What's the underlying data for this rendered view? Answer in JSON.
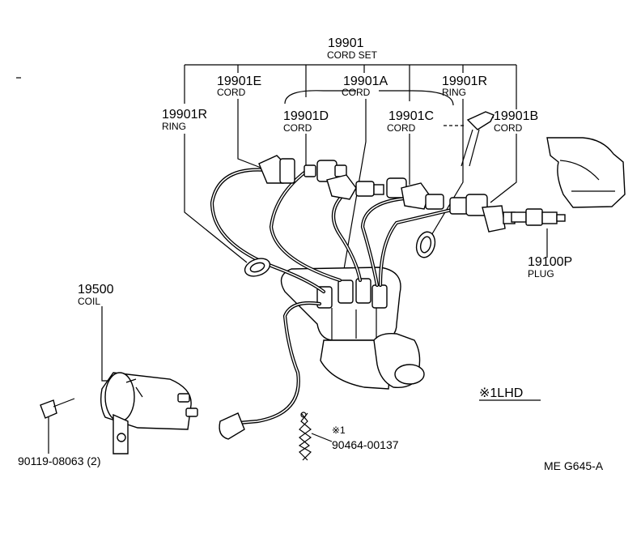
{
  "callouts": {
    "cord_set_number": "19901",
    "cord_set_name": "CORD SET",
    "cord_e_number": "19901E",
    "cord_e_name": "CORD",
    "cord_a_number": "19901A",
    "cord_a_name": "CORD",
    "ring_right_number": "19901R",
    "ring_right_name": "RING",
    "ring_left_number": "19901R",
    "ring_left_name": "RING",
    "cord_d_number": "19901D",
    "cord_d_name": "CORD",
    "cord_c_number": "19901C",
    "cord_c_name": "CORD",
    "cord_b_number": "19901B",
    "cord_b_name": "CORD",
    "plug_number": "19100P",
    "plug_name": "PLUG",
    "coil_number": "19500",
    "coil_name": "COIL",
    "bolt_number": "90119-08063 (2)",
    "clip_mark": "※1",
    "clip_number": "90464-00137"
  },
  "legend": {
    "note": "※1LHD"
  },
  "footer": {
    "drawing_code": "ME  G645-A"
  }
}
